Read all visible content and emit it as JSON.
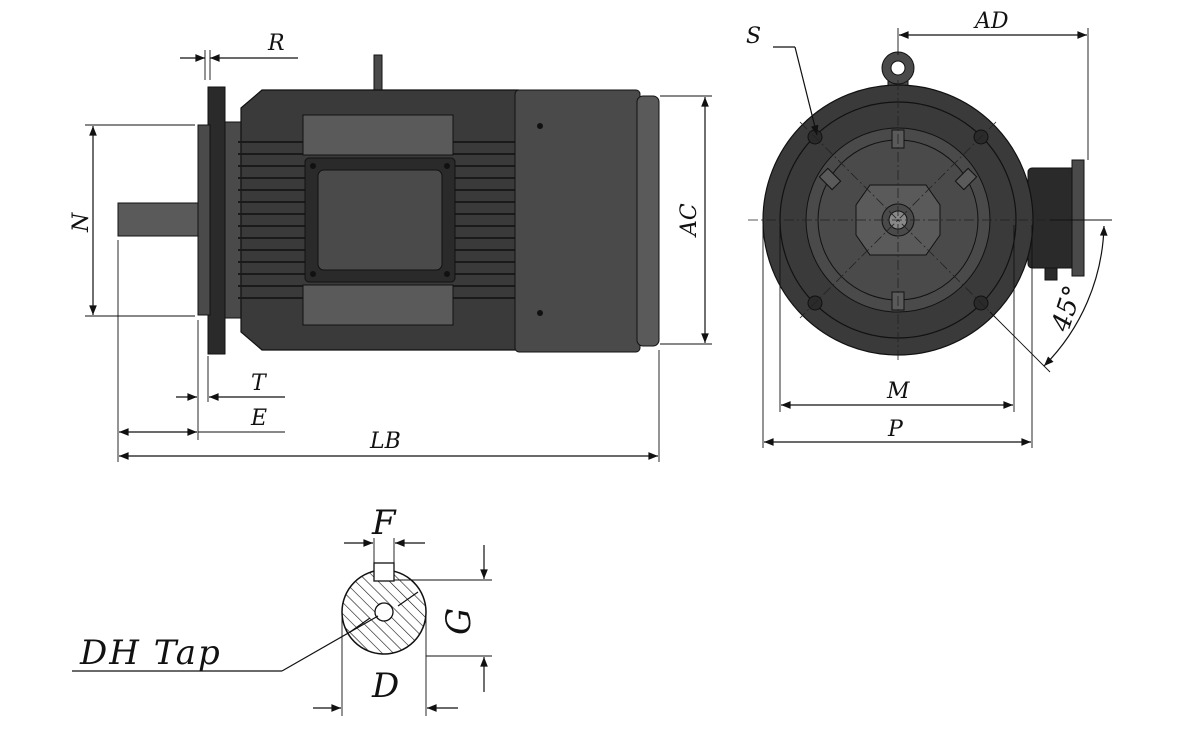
{
  "labels": {
    "R": "R",
    "N": "N",
    "T": "T",
    "E": "E",
    "LB": "LB",
    "AC": "AC",
    "S": "S",
    "AD": "AD",
    "angle": "45°",
    "M": "M",
    "P": "P",
    "F": "F",
    "G": "G",
    "D": "D",
    "DH": "DH Tap"
  },
  "colors": {
    "body": "#3a3a3a",
    "ink": "#111111",
    "background": "#ffffff"
  }
}
